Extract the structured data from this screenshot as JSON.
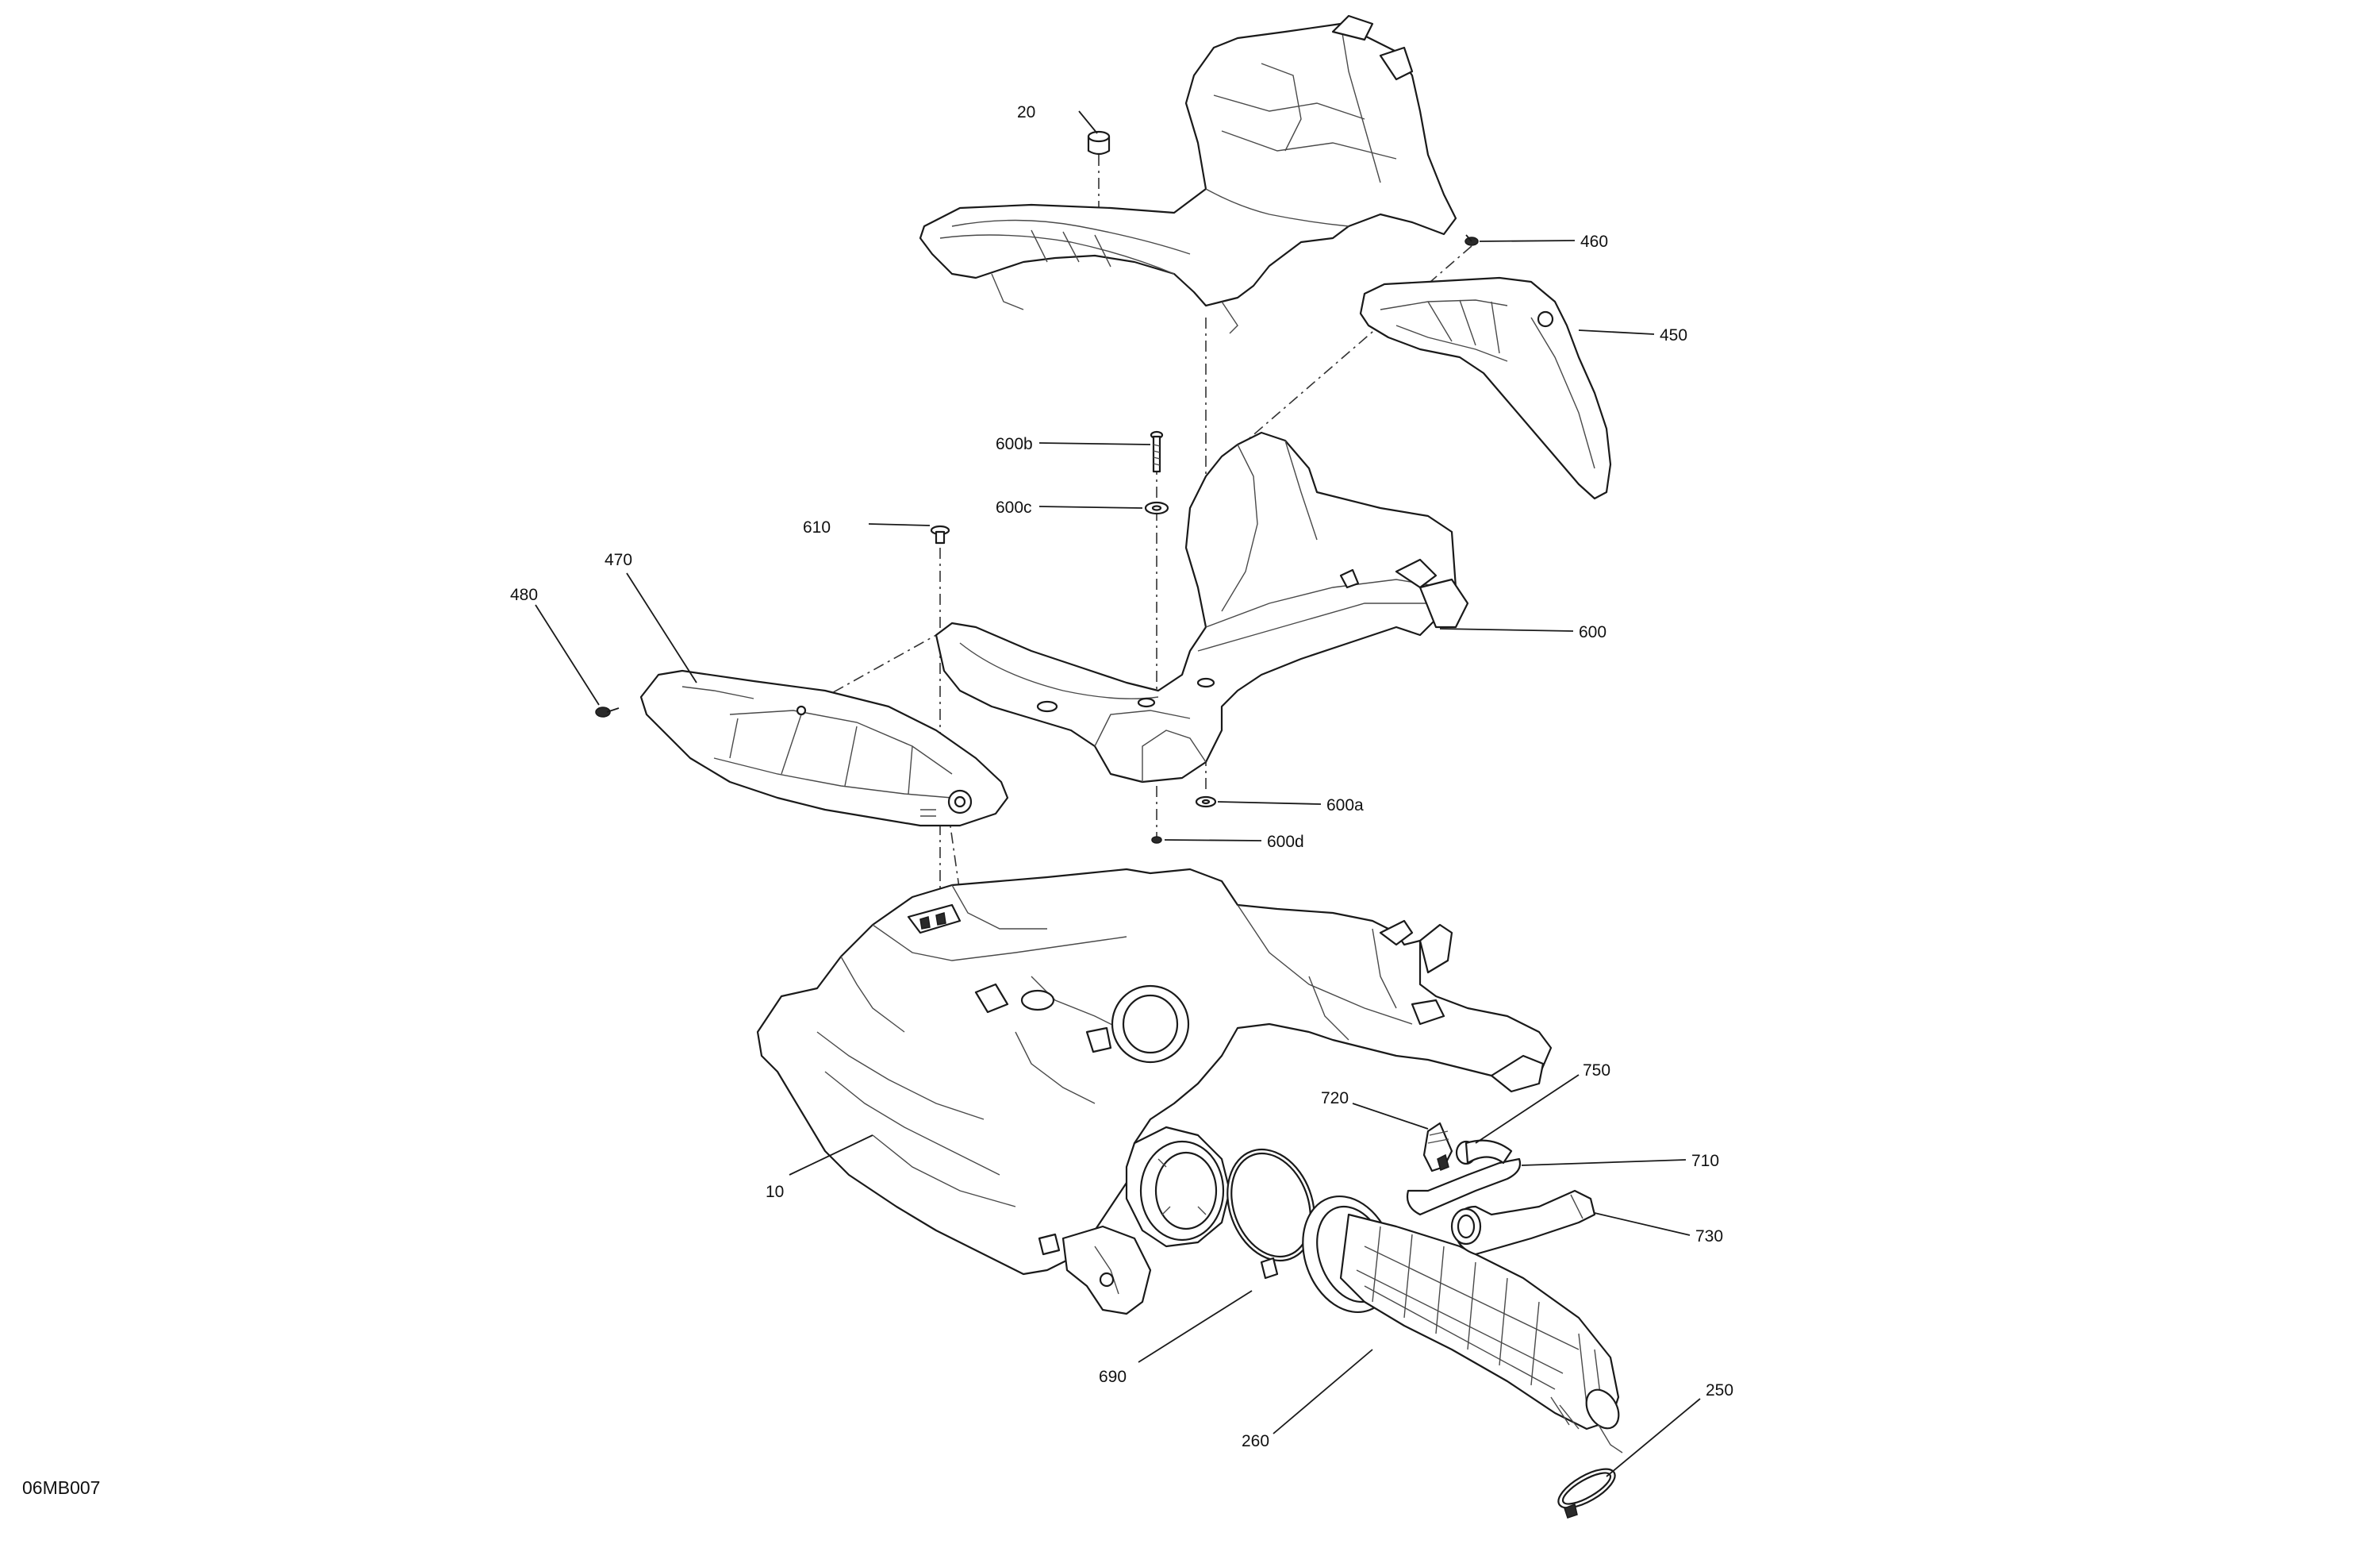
{
  "figure_ref": "06MB007",
  "callouts": {
    "c20": "20",
    "c460": "460",
    "c450": "450",
    "c600b": "600b",
    "c600c": "600c",
    "c610": "610",
    "c470": "470",
    "c480": "480",
    "c600": "600",
    "c600a": "600a",
    "c600d": "600d",
    "c720": "720",
    "c750": "750",
    "c710": "710",
    "c730": "730",
    "c10": "10",
    "c690": "690",
    "c260": "260",
    "c250": "250"
  }
}
